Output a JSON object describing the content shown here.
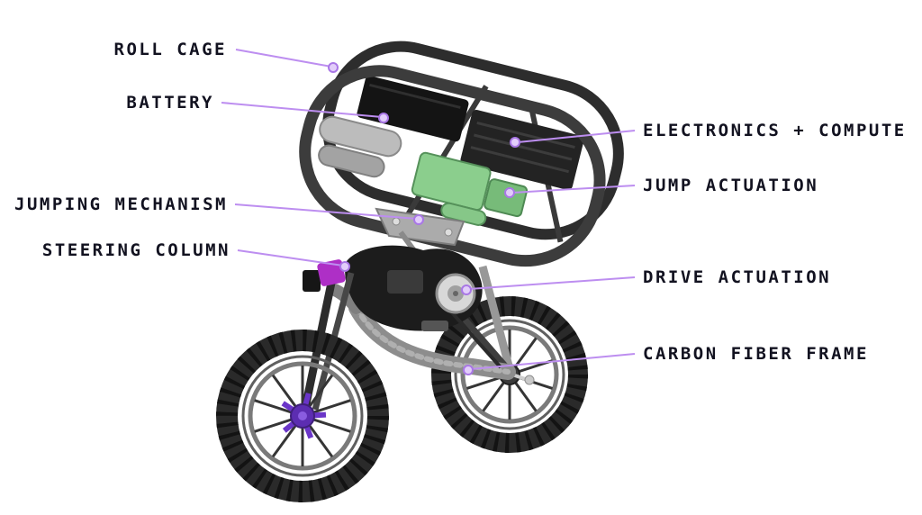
{
  "labels": [
    {
      "text": "ROLL CAGE",
      "side": "left"
    },
    {
      "text": "BATTERY",
      "side": "left"
    },
    {
      "text": "JUMPING MECHANISM",
      "side": "left"
    },
    {
      "text": "STEERING COLUMN",
      "side": "left"
    },
    {
      "text": "ELECTRONICS + COMPUTE",
      "side": "right"
    },
    {
      "text": "JUMP ACTUATION",
      "side": "right"
    },
    {
      "text": "DRIVE ACTUATION",
      "side": "right"
    },
    {
      "text": "CARBON FIBER FRAME",
      "side": "right"
    }
  ],
  "colors": {
    "background": "#ffffff",
    "label_text": "#121220",
    "leader_line": "#bd8ef0",
    "leader_dot_fill": "#e2cdfa",
    "leader_dot_stroke": "#a977e6",
    "cage_gray": "#333333",
    "accent_green": "#8bce8d",
    "accent_purple_hub": "#5c2db1",
    "accent_magenta": "#ae2fc6"
  }
}
